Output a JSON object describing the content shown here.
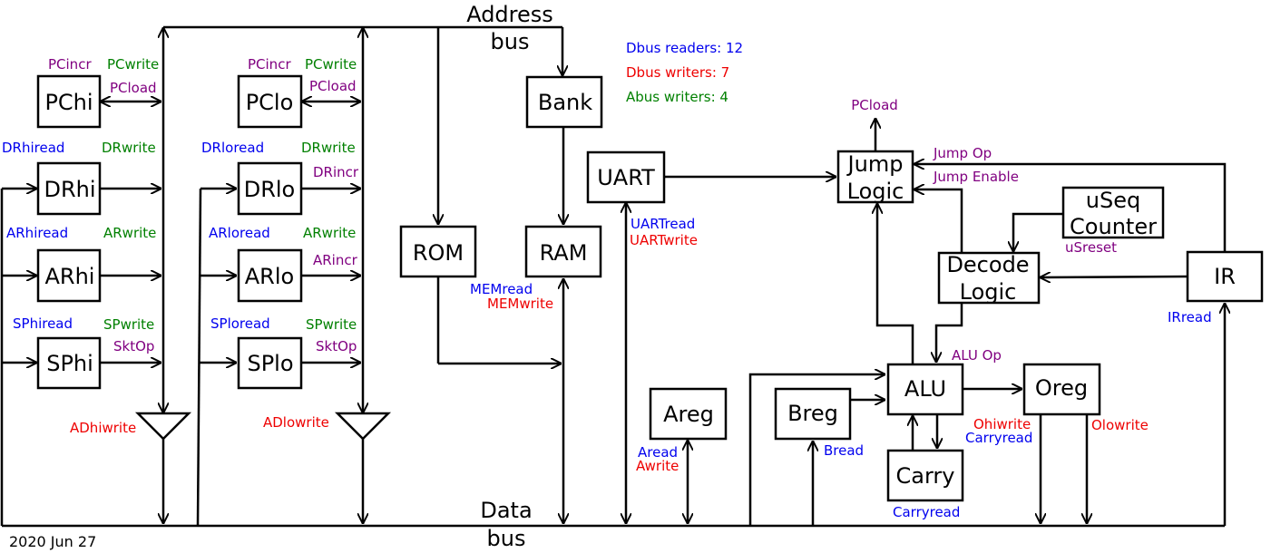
{
  "colors": {
    "blue": "#0000ee",
    "green": "#008000",
    "purple": "#800080",
    "red": "#ee0000",
    "black": "#000000"
  },
  "bus_labels": {
    "address_line1": "Address",
    "address_line2": "bus",
    "data_line1": "Data",
    "data_line2": "bus"
  },
  "stats": {
    "dbus_readers": "Dbus readers: 12",
    "dbus_writers": "Dbus writers: 7",
    "abus_writers": "Abus writers: 4"
  },
  "date": "2020 Jun 27",
  "boxes": {
    "pchi": "PChi",
    "pclo": "PClo",
    "drhi": "DRhi",
    "drlo": "DRlo",
    "arhi": "ARhi",
    "arlo": "ARlo",
    "sphi": "SPhi",
    "splo": "SPlo",
    "rom": "ROM",
    "bank": "Bank",
    "ram": "RAM",
    "uart": "UART",
    "areg": "Areg",
    "breg": "Breg",
    "alu": "ALU",
    "carry": "Carry",
    "oreg": "Oreg",
    "ir": "IR",
    "jump_line1": "Jump",
    "jump_line2": "Logic",
    "decode_line1": "Decode",
    "decode_line2": "Logic",
    "useq_line1": "uSeq",
    "useq_line2": "Counter"
  },
  "signals": {
    "pchi_incr": "PCincr",
    "pchi_write": "PCwrite",
    "pchi_load": "PCload",
    "pclo_incr": "PCincr",
    "pclo_write": "PCwrite",
    "pclo_load": "PCload",
    "drhi_read": "DRhiread",
    "drhi_write": "DRwrite",
    "drlo_read": "DRloread",
    "drlo_write": "DRwrite",
    "drlo_incr": "DRincr",
    "arhi_read": "ARhiread",
    "arhi_write": "ARwrite",
    "arlo_read": "ARloread",
    "arlo_write": "ARwrite",
    "arlo_incr": "ARincr",
    "sphi_read": "SPhiread",
    "sphi_write": "SPwrite",
    "sphi_sktop": "SktOp",
    "splo_read": "SPloread",
    "splo_write": "SPwrite",
    "splo_sktop": "SktOp",
    "adhi_write": "ADhiwrite",
    "adlo_write": "ADlowrite",
    "mem_read": "MEMread",
    "mem_write": "MEMwrite",
    "uart_read": "UARTread",
    "uart_write": "UARTwrite",
    "jump_pcload": "PCload",
    "jump_op": "Jump Op",
    "jump_enable": "Jump Enable",
    "useq_reset": "uSreset",
    "ir_read": "IRread",
    "alu_op": "ALU Op",
    "areg_read": "Aread",
    "areg_write": "Awrite",
    "breg_read": "Bread",
    "oreg_hiwrite": "Ohiwrite",
    "oreg_carryread": "Carryread",
    "oreg_lowrite": "Olowrite",
    "carry_read": "Carryread"
  }
}
